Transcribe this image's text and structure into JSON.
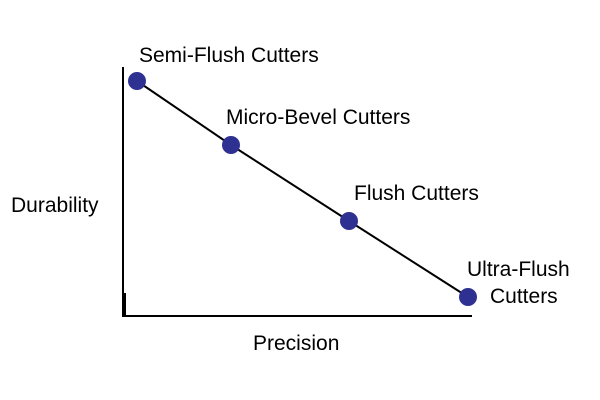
{
  "colors": {
    "axis": "#000000",
    "line": "#000000",
    "marker": "#2e3192",
    "text": "#000000"
  },
  "axes": {
    "x_label": "Precision",
    "y_label": "Durability"
  },
  "points": [
    {
      "name": "Semi-Flush Cutters",
      "lines": [
        "Semi-Flush Cutters"
      ]
    },
    {
      "name": "Micro-Bevel Cutters",
      "lines": [
        "Micro-Bevel Cutters"
      ]
    },
    {
      "name": "Flush Cutters",
      "lines": [
        "Flush Cutters"
      ]
    },
    {
      "name": "Ultra-Flush Cutters",
      "lines": [
        "Ultra-Flush",
        "Cutters"
      ]
    }
  ]
}
